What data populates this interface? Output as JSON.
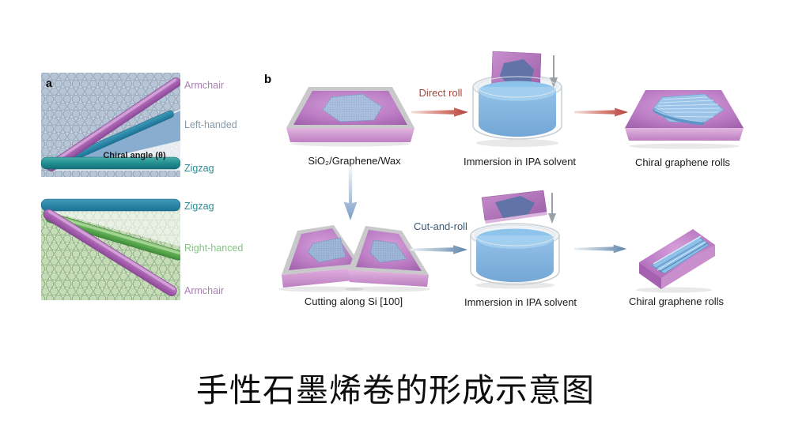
{
  "panel_a": {
    "marker": "a",
    "top": {
      "chiral_angle_label": "Chiral angle (θ)",
      "labels": {
        "armchair": "Armchair",
        "left_handed": "Left-handed",
        "zigzag": "Zigzag"
      }
    },
    "bottom": {
      "labels": {
        "zigzag": "Zigzag",
        "right_handed": "Right-hanced",
        "armchair": "Armchair"
      }
    }
  },
  "panel_b": {
    "marker": "b",
    "row1": {
      "step1_caption": "SiO₂/Graphene/Wax",
      "arrow_label": "Direct roll",
      "step2_caption": "Immersion in IPA solvent",
      "step3_caption": "Chiral graphene rolls"
    },
    "row2": {
      "step1_caption": "Cutting along Si [100]",
      "arrow_label": "Cut-and-roll",
      "step2_caption": "Immersion in IPA solvent",
      "step3_caption": "Chiral graphene rolls"
    }
  },
  "title": "手性石墨烯卷的形成示意图",
  "colors": {
    "armchair_label": "#a77fb0",
    "left_handed_label": "#8699a9",
    "zigzag_label": "#2e8a93",
    "right_handed_label": "#84c284",
    "direct_roll_label": "#a6453c",
    "cut_and_roll_label": "#3d5a75",
    "substrate_purple": "#b476be",
    "graphene_blue": "#9cc4e8",
    "water_blue": "#7ab2e4",
    "zigzag_tube_teal": "#1f8c8c",
    "armchair_tube_purple": "#a963b2",
    "right_handed_tube_green": "#5aa84e"
  }
}
